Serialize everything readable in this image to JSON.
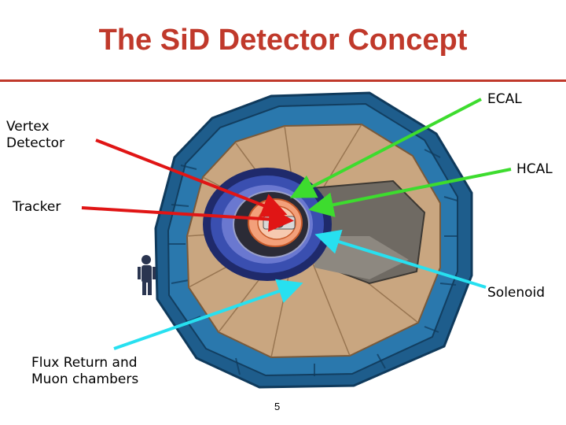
{
  "slide": {
    "title": "The SiD Detector Concept",
    "page_number": "5"
  },
  "labels": {
    "ecal": "ECAL",
    "vertex_line1": "Vertex",
    "vertex_line2": "Detector",
    "hcal": "HCAL",
    "tracker": "Tracker",
    "solenoid": "Solenoid",
    "flux_line1": "Flux Return and",
    "flux_line2": "Muon chambers"
  },
  "colors": {
    "title": "#c0392b",
    "red_arrow": "#e01515",
    "green_arrow": "#3ddc2e",
    "cyan_arrow": "#27e0f0",
    "yoke_blue": "#1e5d8c",
    "calorimeter_tan": "#c9a680",
    "solenoid_blue": "#3a4fb0"
  }
}
